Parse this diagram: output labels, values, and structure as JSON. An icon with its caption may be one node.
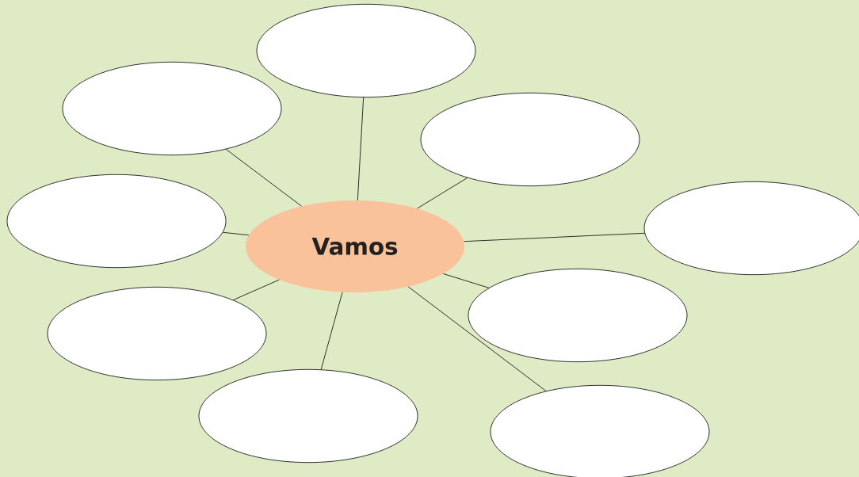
{
  "diagram": {
    "nodes": [
      {
        "text": [
          "Vamos"
        ]
      },
      {
        "text": [],
        "shape": "ellipse"
      },
      {
        "text": [],
        "shape": "ellipse"
      },
      {
        "text": [],
        "shape": "ellipse"
      },
      {
        "text": [],
        "shape": "ellipse"
      },
      {
        "text": [],
        "shape": "ellipse"
      },
      {
        "text": [],
        "shape": "ellipse"
      },
      {
        "text": [],
        "shape": "ellipse"
      },
      {
        "text": [],
        "shape": "ellipse"
      },
      {
        "text": [],
        "shape": "ellipse"
      }
    ],
    "edges": [
      {
        "from": 0,
        "to": 1,
        "arrow": "none"
      },
      {
        "from": 0,
        "to": 2,
        "arrow": "none"
      },
      {
        "from": 0,
        "to": 3,
        "arrow": "none"
      },
      {
        "from": 0,
        "to": 4,
        "arrow": "none"
      },
      {
        "from": 0,
        "to": 5,
        "arrow": "none"
      },
      {
        "from": 0,
        "to": 6,
        "arrow": "none"
      },
      {
        "from": 0,
        "to": 7,
        "arrow": "none"
      },
      {
        "from": 0,
        "to": 8,
        "arrow": "none"
      },
      {
        "from": 0,
        "to": 9,
        "arrow": "none"
      }
    ]
  }
}
